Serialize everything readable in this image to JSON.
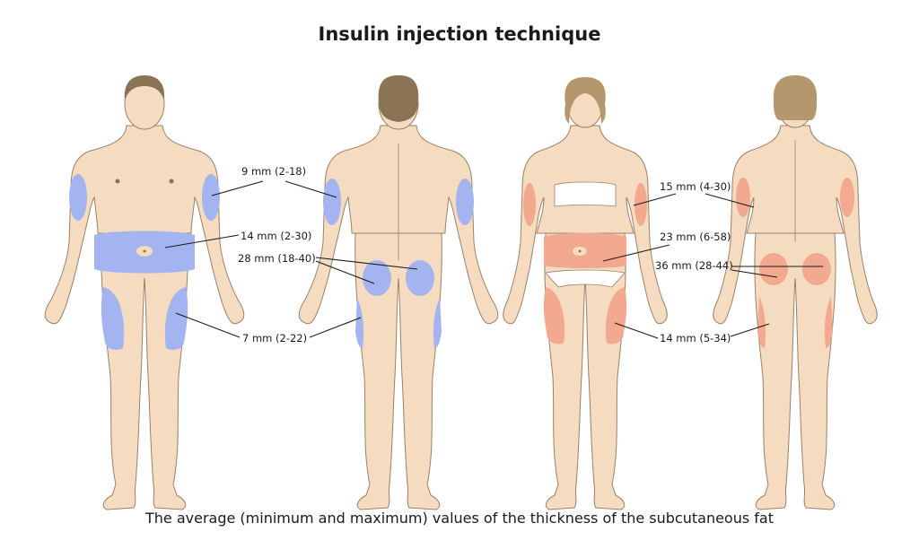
{
  "title": "Insulin injection technique",
  "caption": "The average (minimum and maximum) values of the thickness of the subcutaneous fat",
  "colors": {
    "skin": "#f5dcc0",
    "outline": "#9a8068",
    "male_hair": "#8b7355",
    "female_hair": "#b5976e",
    "male_zone": "#a3b4f0",
    "female_zone": "#f2a98f",
    "underwear": "#ffffff"
  },
  "figures": [
    {
      "id": "male-front",
      "label": "Male front view"
    },
    {
      "id": "male-back",
      "label": "Male back view"
    },
    {
      "id": "female-front",
      "label": "Female front view"
    },
    {
      "id": "female-back",
      "label": "Female back view"
    }
  ],
  "labels": {
    "male_arm": "9 mm (2-18)",
    "male_abdomen": "14 mm (2-30)",
    "male_buttock": "28 mm (18-40)",
    "male_thigh": "7 mm (2-22)",
    "female_arm": "15 mm (4-30)",
    "female_abdomen": "23 mm (6-58)",
    "female_buttock": "36 mm (28-44)",
    "female_thigh": "14 mm (5-34)"
  }
}
